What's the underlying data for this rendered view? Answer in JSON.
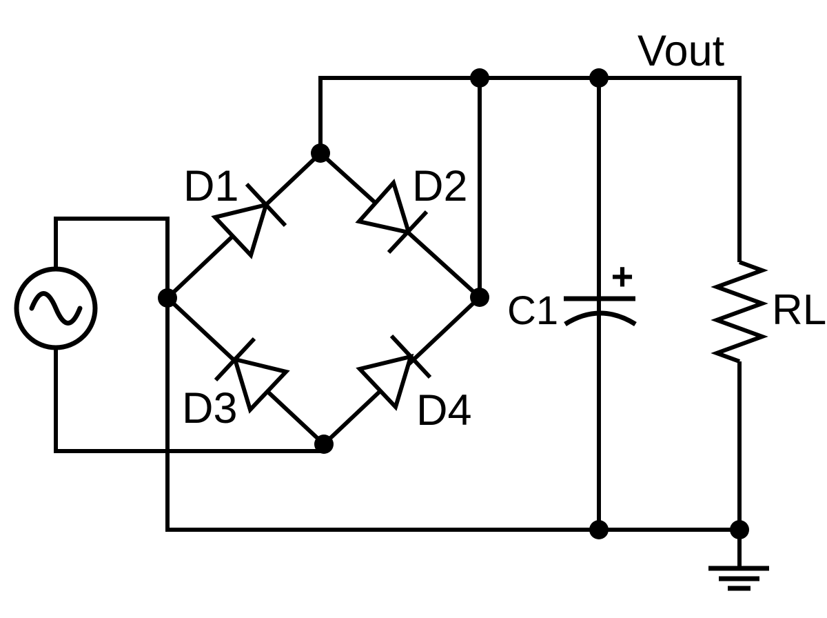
{
  "page": {
    "background_color": "#ffffff",
    "line_color": "#000000"
  },
  "circuit": {
    "kind": "full-wave bridge rectifier schematic",
    "output_label": "Vout",
    "diodes": {
      "d1": "D1",
      "d2": "D2",
      "d3": "D3",
      "d4": "D4"
    },
    "capacitor": {
      "label": "C1",
      "polarity": "+"
    },
    "load_resistor": {
      "label": "RL"
    },
    "icons": {
      "ac_source": "sine-wave-icon",
      "ground": "earth-ground-icon",
      "junction": "junction-dot"
    }
  }
}
